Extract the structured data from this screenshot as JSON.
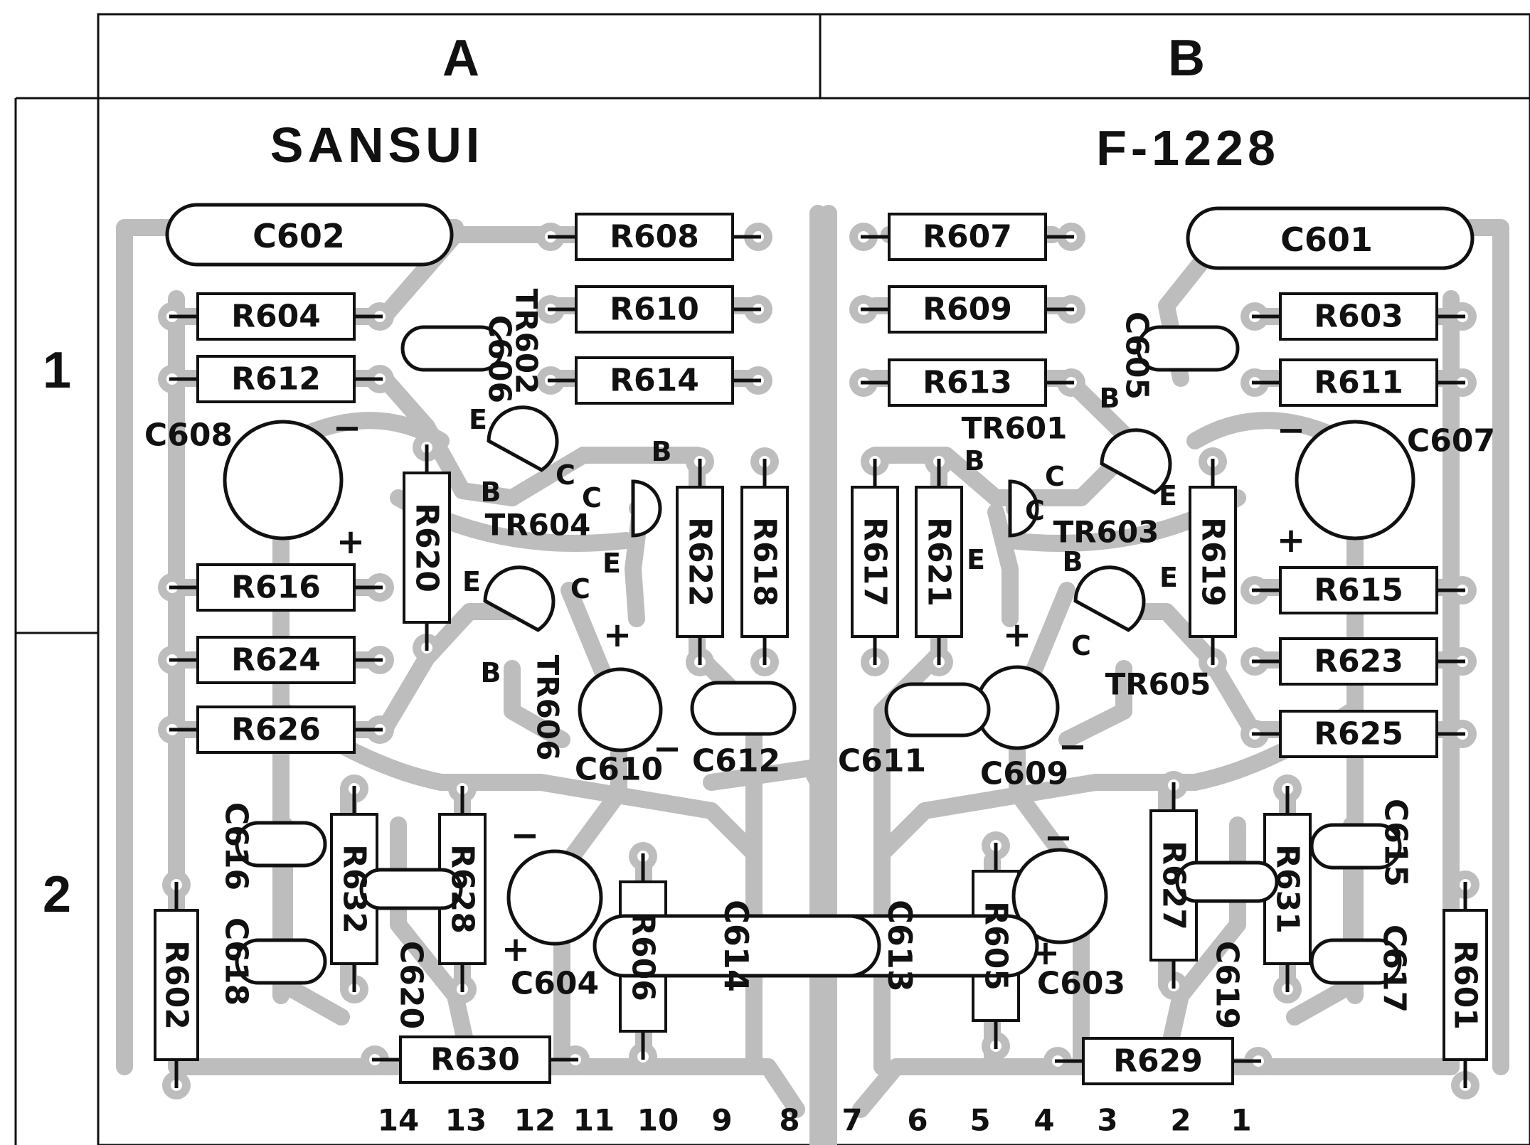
{
  "grid": {
    "columns": [
      "A",
      "B"
    ],
    "rows": [
      "1",
      "2"
    ]
  },
  "board": {
    "brand": "SANSUI",
    "model": "F-1228"
  },
  "colors": {
    "trace": "#bdbdbd",
    "ink": "#111111",
    "paper": "#ffffff"
  },
  "components": {
    "resistors": [
      "R601",
      "R602",
      "R603",
      "R604",
      "R605",
      "R606",
      "R607",
      "R608",
      "R609",
      "R610",
      "R611",
      "R612",
      "R613",
      "R614",
      "R615",
      "R616",
      "R617",
      "R618",
      "R619",
      "R620",
      "R621",
      "R622",
      "R623",
      "R624",
      "R625",
      "R626",
      "R627",
      "R628",
      "R629",
      "R630",
      "R631",
      "R632"
    ],
    "capacitors": [
      "C601",
      "C602",
      "C603",
      "C604",
      "C605",
      "C606",
      "C607",
      "C608",
      "C609",
      "C610",
      "C611",
      "C612",
      "C613",
      "C614",
      "C615",
      "C616",
      "C617",
      "C618",
      "C619",
      "C620"
    ],
    "transistors": [
      "TR601",
      "TR602",
      "TR603",
      "TR604",
      "TR605",
      "TR606"
    ],
    "pin_labels": {
      "emitter": "E",
      "base": "B",
      "collector": "C"
    },
    "polarity": {
      "plus": "+",
      "minus": "−"
    }
  },
  "terminals": [
    "14",
    "13",
    "12",
    "11",
    "10",
    "9",
    "8",
    "7",
    "6",
    "5",
    "4",
    "3",
    "2",
    "1"
  ]
}
